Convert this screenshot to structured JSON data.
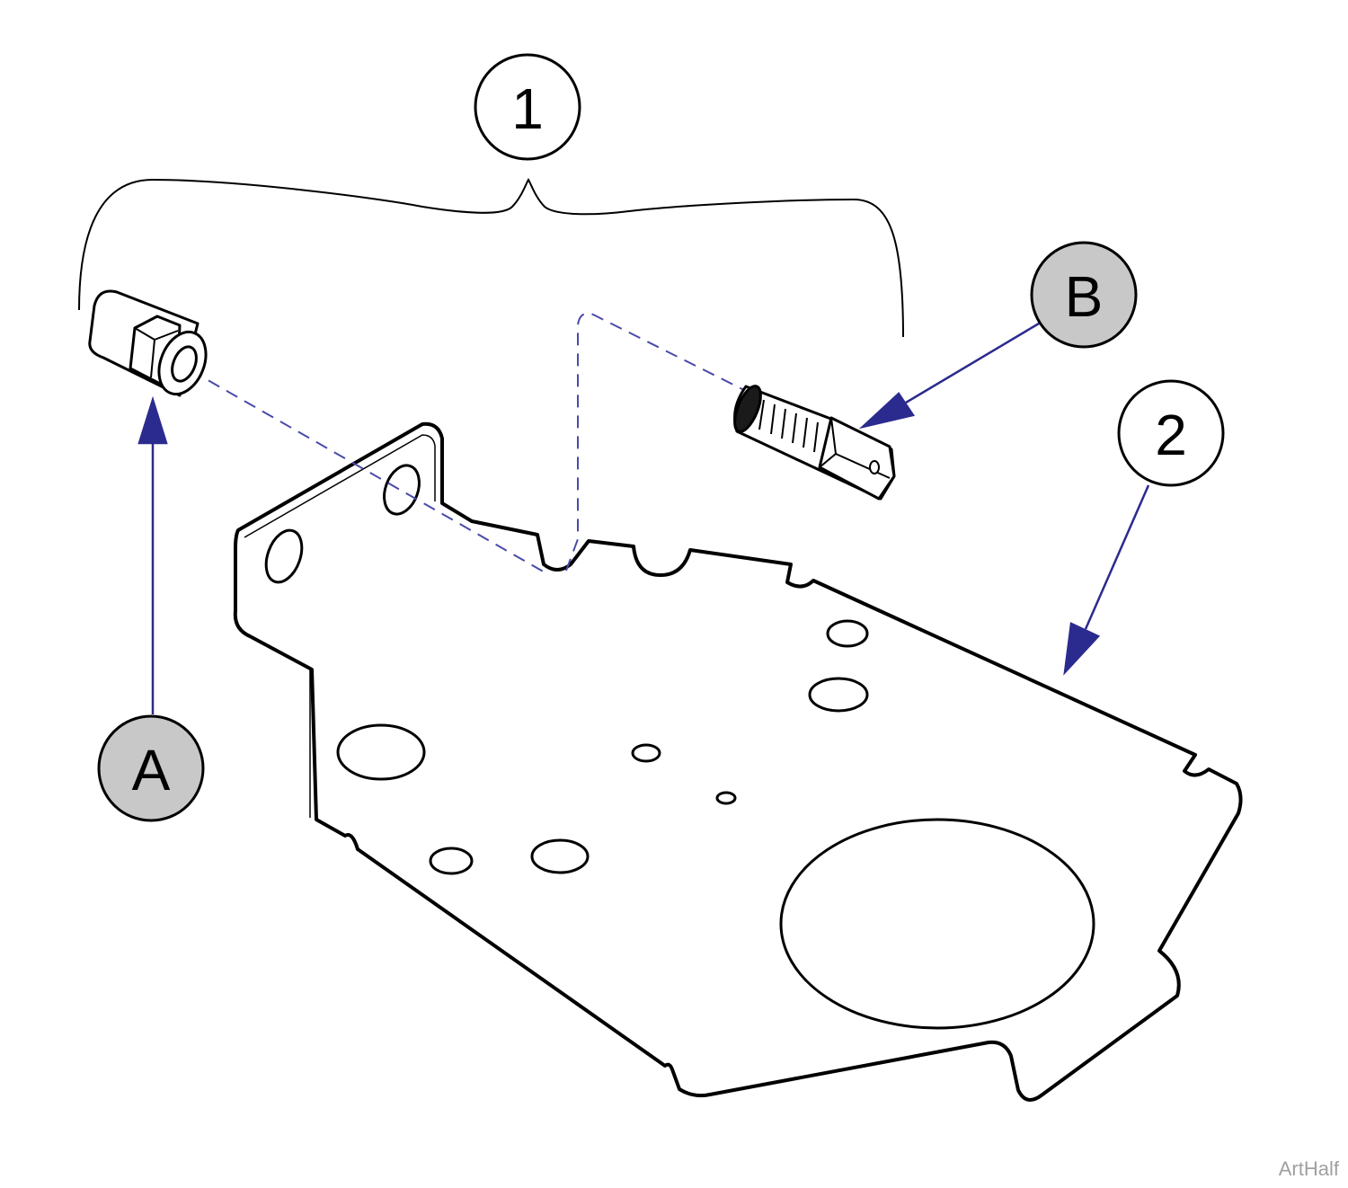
{
  "callouts": {
    "item_1": "1",
    "item_2": "2",
    "detail_a": "A",
    "detail_b": "B"
  },
  "watermark": "ArtHalf",
  "colors": {
    "line": "#000000",
    "leader": "#2b2b8f",
    "dashed": "#4a4aa8",
    "detail_fill": "#c8c8c8",
    "item_fill": "#ffffff"
  }
}
